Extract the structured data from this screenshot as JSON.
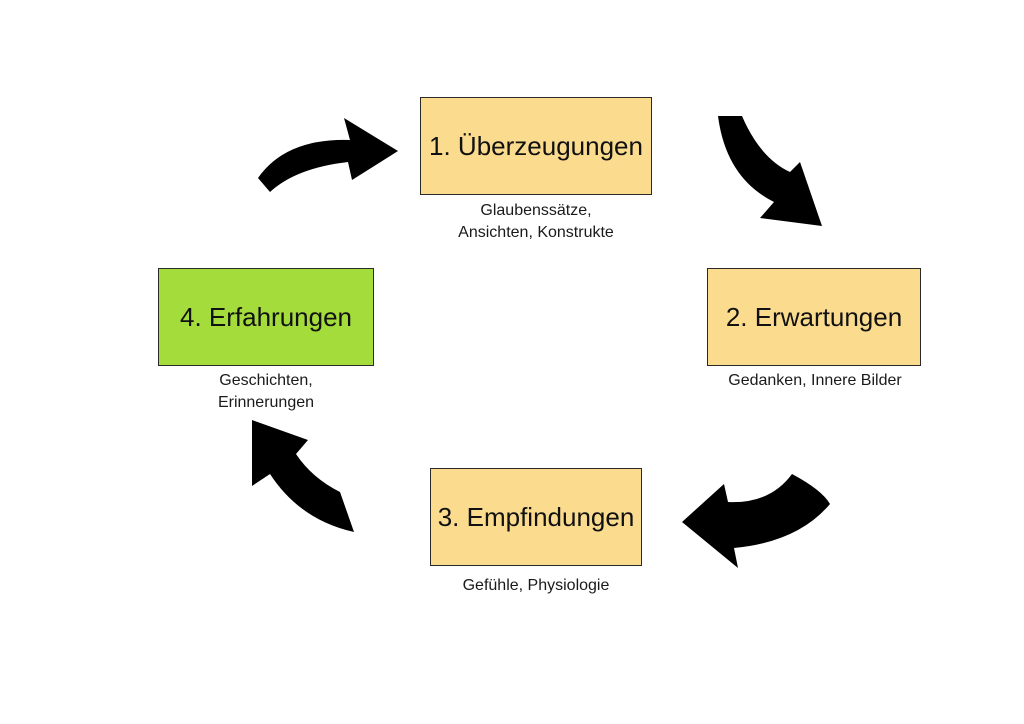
{
  "colors": {
    "node_default": "#fbdc8e",
    "node_highlight": "#a4dc3c",
    "arrow": "#000000",
    "border": "#2a2a2a"
  },
  "nodes": [
    {
      "id": "ueberzeugungen",
      "label": "1. Überzeugungen",
      "caption": [
        "Glaubenssätze,",
        "Ansichten, Konstrukte"
      ]
    },
    {
      "id": "erwartungen",
      "label": "2. Erwartungen",
      "caption": [
        "Gedanken, Innere Bilder"
      ]
    },
    {
      "id": "empfindungen",
      "label": "3. Empfindungen",
      "caption": [
        "Gefühle, Physiologie"
      ]
    },
    {
      "id": "erfahrungen",
      "label": "4. Erfahrungen",
      "caption": [
        "Geschichten,",
        "Erinnerungen"
      ]
    }
  ],
  "arrows": [
    {
      "from": "ueberzeugungen",
      "to": "erwartungen",
      "icon": "curved-arrow-icon"
    },
    {
      "from": "erwartungen",
      "to": "empfindungen",
      "icon": "curved-arrow-icon"
    },
    {
      "from": "empfindungen",
      "to": "erfahrungen",
      "icon": "curved-arrow-icon"
    },
    {
      "from": "erfahrungen",
      "to": "ueberzeugungen",
      "icon": "curved-arrow-icon"
    }
  ]
}
